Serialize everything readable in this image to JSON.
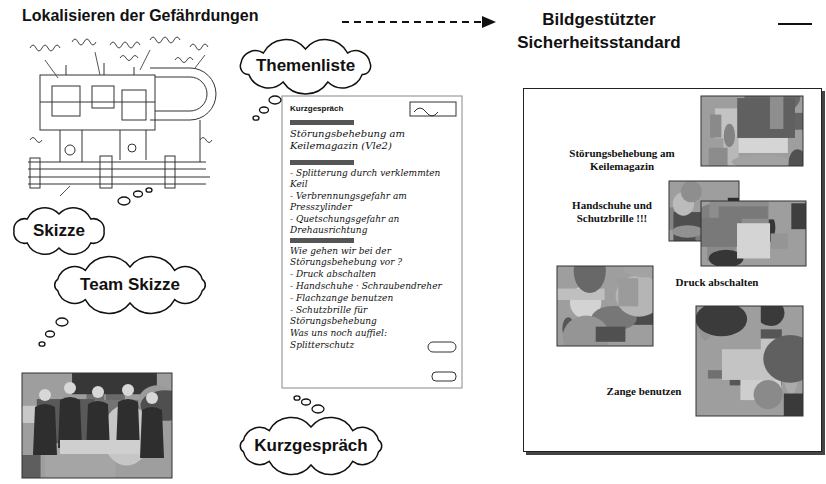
{
  "diagram": {
    "nodes": [
      {
        "text": [
          "Themenliste"
        ]
      },
      {
        "text": [
          "Skizze"
        ]
      },
      {
        "text": [
          "Team Skizze"
        ]
      },
      {
        "text": [
          "Kurzgespräch"
        ]
      },
      {
        "text": [
          "Bildgestützter Sicherheitsstandard",
          "Störungsbehebung am Keilemagazin",
          "Handschuhe und Schutzbrille !!!",
          "Druck abschalten",
          "Zange benutzen"
        ]
      }
    ],
    "labels": [
      "Lokalisieren der Gefährdungen",
      "Kurzgespräch",
      "Störungsbehebung am Keilemagazin (Vle2)",
      "- Splitterung durch verklemmten Keil",
      "- Verbrennungsgefahr am Presszylinder",
      "- Quetschungsgefahr an Drehausrichtung",
      "Wie gehen wir bei der Störungsbehebung vor ?",
      "- Druck abschalten",
      "- Handschuhe · Schraubendreher",
      "- Flachzange benutzen",
      "- Schutzbrille für Störungsbehebung",
      "Was uns noch auffiel:",
      "Splitterschutz"
    ]
  }
}
